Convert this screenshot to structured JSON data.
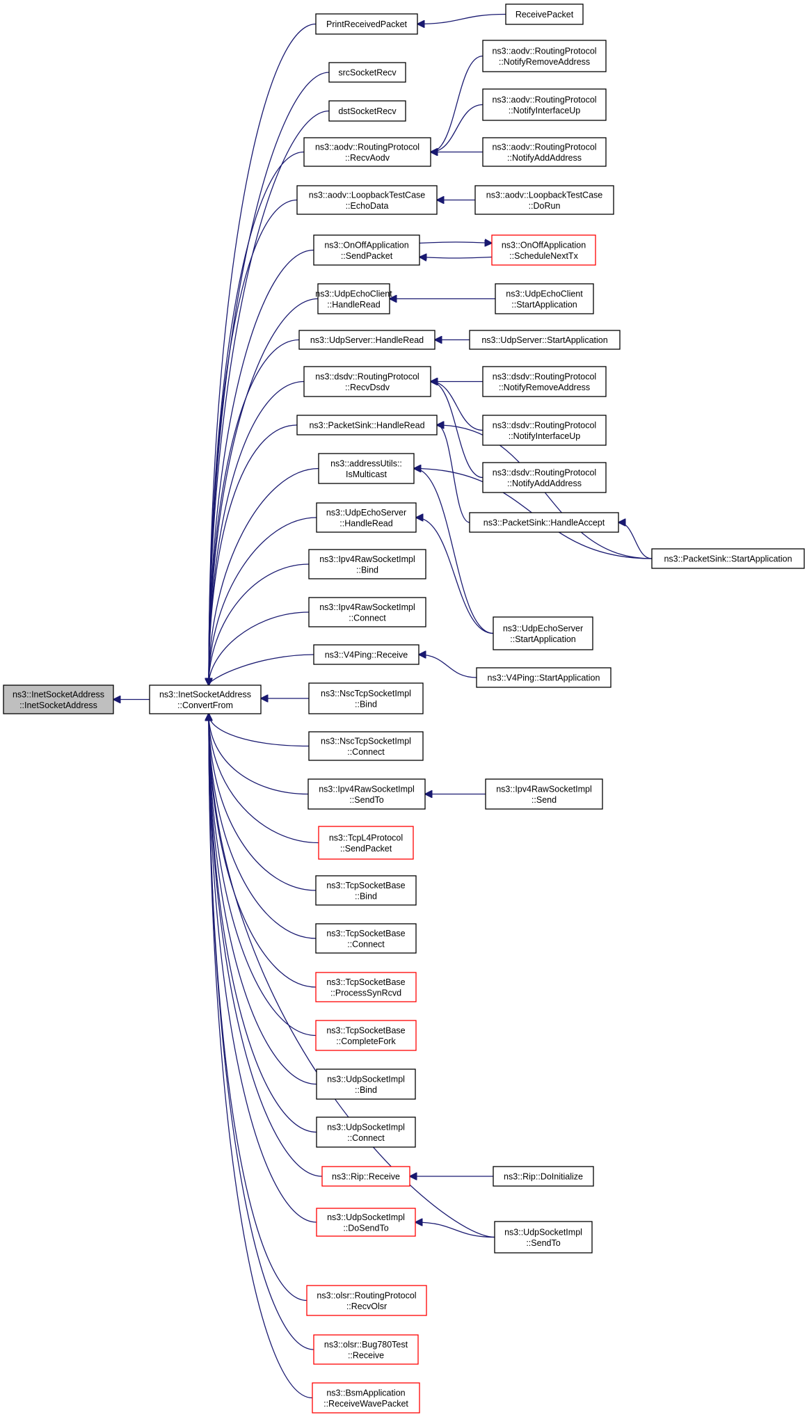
{
  "diagram": {
    "edge_color": "#191970",
    "node_outline_colors": {
      "normal": "#000000",
      "external": "#ff0000"
    },
    "focus_fill": "#bfbfbf",
    "nodes": [
      {
        "id": "focus",
        "lines": [
          "ns3::InetSocketAddress",
          "::InetSocketAddress"
        ],
        "style": "grey"
      },
      {
        "id": "convert",
        "lines": [
          "ns3::InetSocketAddress",
          "::ConvertFrom"
        ],
        "style": "normal"
      },
      {
        "id": "printRecv",
        "lines": [
          "PrintReceivedPacket"
        ],
        "style": "normal"
      },
      {
        "id": "recvPacket",
        "lines": [
          "ReceivePacket"
        ],
        "style": "normal"
      },
      {
        "id": "srcSock",
        "lines": [
          "srcSocketRecv"
        ],
        "style": "normal"
      },
      {
        "id": "dstSock",
        "lines": [
          "dstSocketRecv"
        ],
        "style": "normal"
      },
      {
        "id": "aodvRecv",
        "lines": [
          "ns3::aodv::RoutingProtocol",
          "::RecvAodv"
        ],
        "style": "normal"
      },
      {
        "id": "aodvNRA",
        "lines": [
          "ns3::aodv::RoutingProtocol",
          "::NotifyRemoveAddress"
        ],
        "style": "normal"
      },
      {
        "id": "aodvNIU",
        "lines": [
          "ns3::aodv::RoutingProtocol",
          "::NotifyInterfaceUp"
        ],
        "style": "normal"
      },
      {
        "id": "aodvNAA",
        "lines": [
          "ns3::aodv::RoutingProtocol",
          "::NotifyAddAddress"
        ],
        "style": "normal"
      },
      {
        "id": "aodvEcho",
        "lines": [
          "ns3::aodv::LoopbackTestCase",
          "::EchoData"
        ],
        "style": "normal"
      },
      {
        "id": "aodvDoRun",
        "lines": [
          "ns3::aodv::LoopbackTestCase",
          "::DoRun"
        ],
        "style": "normal"
      },
      {
        "id": "onoffSend",
        "lines": [
          "ns3::OnOffApplication",
          "::SendPacket"
        ],
        "style": "normal"
      },
      {
        "id": "onoffSched",
        "lines": [
          "ns3::OnOffApplication",
          "::ScheduleNextTx"
        ],
        "style": "red"
      },
      {
        "id": "uecHR",
        "lines": [
          "ns3::UdpEchoClient",
          "::HandleRead"
        ],
        "style": "normal"
      },
      {
        "id": "uecSA",
        "lines": [
          "ns3::UdpEchoClient",
          "::StartApplication"
        ],
        "style": "normal"
      },
      {
        "id": "usHR",
        "lines": [
          "ns3::UdpServer::HandleRead"
        ],
        "style": "normal"
      },
      {
        "id": "usSA",
        "lines": [
          "ns3::UdpServer::StartApplication"
        ],
        "style": "normal"
      },
      {
        "id": "dsdvRecv",
        "lines": [
          "ns3::dsdv::RoutingProtocol",
          "::RecvDsdv"
        ],
        "style": "normal"
      },
      {
        "id": "dsdvNRA",
        "lines": [
          "ns3::dsdv::RoutingProtocol",
          "::NotifyRemoveAddress"
        ],
        "style": "normal"
      },
      {
        "id": "dsdvNIU",
        "lines": [
          "ns3::dsdv::RoutingProtocol",
          "::NotifyInterfaceUp"
        ],
        "style": "normal"
      },
      {
        "id": "dsdvNAA",
        "lines": [
          "ns3::dsdv::RoutingProtocol",
          "::NotifyAddAddress"
        ],
        "style": "normal"
      },
      {
        "id": "psHR",
        "lines": [
          "ns3::PacketSink::HandleRead"
        ],
        "style": "normal"
      },
      {
        "id": "auIsMc",
        "lines": [
          "ns3::addressUtils::",
          "IsMulticast"
        ],
        "style": "normal"
      },
      {
        "id": "psHA",
        "lines": [
          "ns3::PacketSink::HandleAccept"
        ],
        "style": "normal"
      },
      {
        "id": "uesHR",
        "lines": [
          "ns3::UdpEchoServer",
          "::HandleRead"
        ],
        "style": "normal"
      },
      {
        "id": "psSA",
        "lines": [
          "ns3::PacketSink::StartApplication"
        ],
        "style": "normal"
      },
      {
        "id": "ipv4Bind",
        "lines": [
          "ns3::Ipv4RawSocketImpl",
          "::Bind"
        ],
        "style": "normal"
      },
      {
        "id": "ipv4Conn",
        "lines": [
          "ns3::Ipv4RawSocketImpl",
          "::Connect"
        ],
        "style": "normal"
      },
      {
        "id": "uesSA",
        "lines": [
          "ns3::UdpEchoServer",
          "::StartApplication"
        ],
        "style": "normal"
      },
      {
        "id": "v4Recv",
        "lines": [
          "ns3::V4Ping::Receive"
        ],
        "style": "normal"
      },
      {
        "id": "v4SA",
        "lines": [
          "ns3::V4Ping::StartApplication"
        ],
        "style": "normal"
      },
      {
        "id": "nscBind",
        "lines": [
          "ns3::NscTcpSocketImpl",
          "::Bind"
        ],
        "style": "normal"
      },
      {
        "id": "nscConn",
        "lines": [
          "ns3::NscTcpSocketImpl",
          "::Connect"
        ],
        "style": "normal"
      },
      {
        "id": "ipv4SendTo",
        "lines": [
          "ns3::Ipv4RawSocketImpl",
          "::SendTo"
        ],
        "style": "normal"
      },
      {
        "id": "ipv4Send",
        "lines": [
          "ns3::Ipv4RawSocketImpl",
          "::Send"
        ],
        "style": "normal"
      },
      {
        "id": "tcpL4Send",
        "lines": [
          "ns3::TcpL4Protocol",
          "::SendPacket"
        ],
        "style": "red"
      },
      {
        "id": "tsbBind",
        "lines": [
          "ns3::TcpSocketBase",
          "::Bind"
        ],
        "style": "normal"
      },
      {
        "id": "tsbConn",
        "lines": [
          "ns3::TcpSocketBase",
          "::Connect"
        ],
        "style": "normal"
      },
      {
        "id": "tsbPSR",
        "lines": [
          "ns3::TcpSocketBase",
          "::ProcessSynRcvd"
        ],
        "style": "red"
      },
      {
        "id": "tsbCF",
        "lines": [
          "ns3::TcpSocketBase",
          "::CompleteFork"
        ],
        "style": "red"
      },
      {
        "id": "usiBind",
        "lines": [
          "ns3::UdpSocketImpl",
          "::Bind"
        ],
        "style": "normal"
      },
      {
        "id": "usiConn",
        "lines": [
          "ns3::UdpSocketImpl",
          "::Connect"
        ],
        "style": "normal"
      },
      {
        "id": "ripRecv",
        "lines": [
          "ns3::Rip::Receive"
        ],
        "style": "red"
      },
      {
        "id": "ripDoInit",
        "lines": [
          "ns3::Rip::DoInitialize"
        ],
        "style": "normal"
      },
      {
        "id": "usiDST",
        "lines": [
          "ns3::UdpSocketImpl",
          "::DoSendTo"
        ],
        "style": "red"
      },
      {
        "id": "usiST",
        "lines": [
          "ns3::UdpSocketImpl",
          "::SendTo"
        ],
        "style": "normal"
      },
      {
        "id": "olsrRecv",
        "lines": [
          "ns3::olsr::RoutingProtocol",
          "::RecvOlsr"
        ],
        "style": "red"
      },
      {
        "id": "olsrBug",
        "lines": [
          "ns3::olsr::Bug780Test",
          "::Receive"
        ],
        "style": "red"
      },
      {
        "id": "bsmRWP",
        "lines": [
          "ns3::BsmApplication",
          "::ReceiveWavePacket"
        ],
        "style": "red"
      }
    ],
    "edges": [
      [
        "convert",
        "focus"
      ],
      [
        "printRecv",
        "convert"
      ],
      [
        "srcSock",
        "convert"
      ],
      [
        "dstSock",
        "convert"
      ],
      [
        "aodvRecv",
        "convert"
      ],
      [
        "aodvEcho",
        "convert"
      ],
      [
        "onoffSend",
        "convert"
      ],
      [
        "uecHR",
        "convert"
      ],
      [
        "usHR",
        "convert"
      ],
      [
        "dsdvRecv",
        "convert"
      ],
      [
        "psHR",
        "convert"
      ],
      [
        "auIsMc",
        "convert"
      ],
      [
        "uesHR",
        "convert"
      ],
      [
        "ipv4Bind",
        "convert"
      ],
      [
        "ipv4Conn",
        "convert"
      ],
      [
        "v4Recv",
        "convert"
      ],
      [
        "nscBind",
        "convert"
      ],
      [
        "nscConn",
        "convert"
      ],
      [
        "ipv4SendTo",
        "convert"
      ],
      [
        "tcpL4Send",
        "convert"
      ],
      [
        "tsbBind",
        "convert"
      ],
      [
        "tsbConn",
        "convert"
      ],
      [
        "tsbPSR",
        "convert"
      ],
      [
        "tsbCF",
        "convert"
      ],
      [
        "usiBind",
        "convert"
      ],
      [
        "usiConn",
        "convert"
      ],
      [
        "ripRecv",
        "convert"
      ],
      [
        "usiDST",
        "convert"
      ],
      [
        "usiST",
        "convert"
      ],
      [
        "olsrRecv",
        "convert"
      ],
      [
        "olsrBug",
        "convert"
      ],
      [
        "bsmRWP",
        "convert"
      ],
      [
        "recvPacket",
        "printRecv"
      ],
      [
        "aodvNRA",
        "aodvRecv"
      ],
      [
        "aodvNIU",
        "aodvRecv"
      ],
      [
        "aodvNAA",
        "aodvRecv"
      ],
      [
        "aodvDoRun",
        "aodvEcho"
      ],
      [
        "onoffSched",
        "onoffSend"
      ],
      [
        "onoffSend",
        "onoffSched"
      ],
      [
        "uecSA",
        "uecHR"
      ],
      [
        "usSA",
        "usHR"
      ],
      [
        "dsdvNRA",
        "dsdvRecv"
      ],
      [
        "dsdvNIU",
        "dsdvRecv"
      ],
      [
        "dsdvNAA",
        "dsdvRecv"
      ],
      [
        "psHA",
        "psHR"
      ],
      [
        "psSA",
        "psHR"
      ],
      [
        "psSA",
        "psHA"
      ],
      [
        "uesSA",
        "auIsMc"
      ],
      [
        "psSA",
        "auIsMc"
      ],
      [
        "uesSA",
        "uesHR"
      ],
      [
        "v4SA",
        "v4Recv"
      ],
      [
        "ipv4Send",
        "ipv4SendTo"
      ],
      [
        "ripDoInit",
        "ripRecv"
      ],
      [
        "usiST",
        "usiDST"
      ]
    ]
  }
}
